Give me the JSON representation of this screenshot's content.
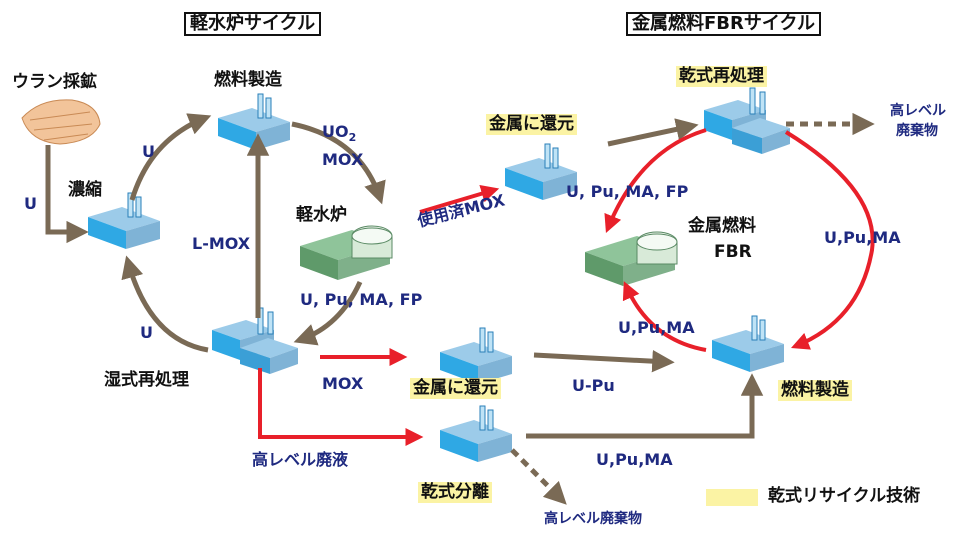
{
  "titles": {
    "lwr_cycle": "軽水炉サイクル",
    "fbr_cycle": "金属燃料FBRサイクル"
  },
  "nodes": {
    "uranium_mining": "ウラン採鉱",
    "enrichment": "濃縮",
    "fuel_fabrication_lwr": "燃料製造",
    "lwr": "軽水炉",
    "wet_reprocessing": "湿式再処理",
    "metal_reduction_spent_mox": "金属に還元",
    "dry_reprocessing": "乾式再処理",
    "metal_fuel_fbr_line1": "金属燃料",
    "metal_fuel_fbr_line2": "FBR",
    "fuel_fabrication_fbr": "燃料製造",
    "metal_reduction_mox": "金属に還元",
    "dry_separation": "乾式分離"
  },
  "flows": {
    "u_mining": "U",
    "u_enrich_to_fab": "U",
    "u_reproc_to_enrich": "U",
    "uo2": "UO",
    "uo2_sub": "2",
    "mox_to_lwr": "MOX",
    "l_mox": "L-MOX",
    "spent_lwr": "U, Pu, MA, FP",
    "spent_mox": "使用済MOX",
    "fbr_reproc_in": "U, Pu, MA, FP",
    "fbr_right": "U,Pu,MA",
    "fbr_fab_out": "U,Pu,MA",
    "mox_out": "MOX",
    "u_pu": "U-Pu",
    "hlw_liquid": "高レベル廃液",
    "sep_out": "U,Pu,MA"
  },
  "waste": {
    "fbr_line1": "高レベル",
    "fbr_line2": "廃棄物",
    "separation": "高レベル廃棄物"
  },
  "legend": {
    "label": "乾式リサイクル技術",
    "color": "#fbf3a4"
  },
  "colors": {
    "lwr_arrow": "#7a6a55",
    "fbr_arrow": "#e8202a",
    "plant_top": "#8ec3e6",
    "plant_side": "#2fa8e4",
    "text_blue": "#1f2a80"
  }
}
